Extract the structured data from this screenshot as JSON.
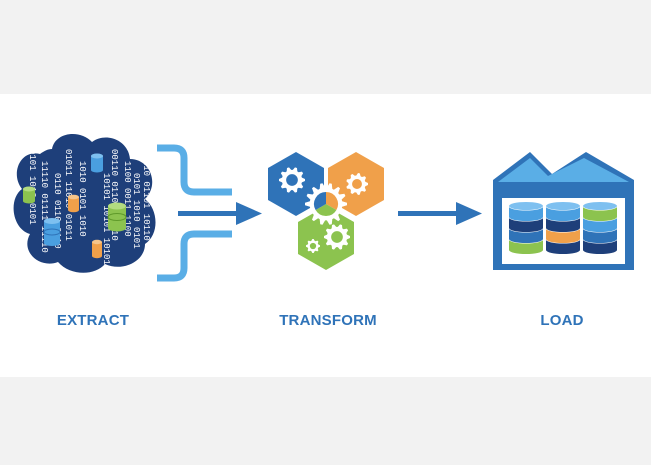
{
  "stages": {
    "extract": {
      "label": "EXTRACT"
    },
    "transform": {
      "label": "TRANSFORM"
    },
    "load": {
      "label": "LOAD"
    }
  },
  "binary_lines": [
    "0101",
    "11110",
    "0110",
    "01011",
    "1010",
    "10101",
    "00110",
    "1100",
    "0101",
    "10110"
  ],
  "colors": {
    "label_blue": "#2f73b8",
    "dark_navy": "#1e3f7a",
    "mid_blue": "#2f73b8",
    "light_blue": "#4a9fe0",
    "orange": "#f0a04a",
    "green": "#8cc34f",
    "band_gray": "#f2f2f2"
  },
  "icons": {
    "extract": "cloud-data-icon",
    "transform": "gears-hexagon-icon",
    "load": "warehouse-icon"
  }
}
